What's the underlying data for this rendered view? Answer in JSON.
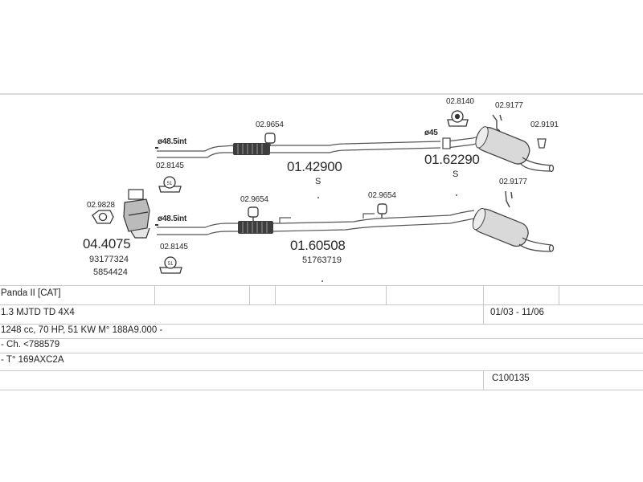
{
  "labels": {
    "pipe_diam_top": "ø48.5int",
    "pipe_diam_bottom": "ø48.5int",
    "pipe_diam_right": "ø45",
    "part_029654_top": "02.9654",
    "part_029654_mid": "02.9654",
    "part_029654_right": "02.9654",
    "part_028145_top": "02.8145",
    "part_028145_bottom": "02.8145",
    "part_028140": "02.8140",
    "part_029177_top": "02.9177",
    "part_029177_bottom": "02.9177",
    "part_029191": "02.9191",
    "part_029828": "02.9828",
    "main_0142900": "01.42900",
    "main_0142900_s": "S",
    "main_0162290": "01.62290",
    "main_0162290_s": "S",
    "main_044075": "04.4075",
    "ref_93177324": "93177324",
    "ref_5854424": "5854424",
    "main_0160508": "01.60508",
    "ref_51763719": "51763719"
  },
  "info_table": {
    "model": "Panda II  [CAT]",
    "engine": "1.3 MJTD TD 4X4",
    "years": "01/03 - 11/06",
    "specs": "1248 cc, 70 HP, 51 KW  M° 188A9.000 -",
    "chassis": "- Ch. <788579",
    "type": "- T° 169AXC2A",
    "code": "C100135"
  }
}
